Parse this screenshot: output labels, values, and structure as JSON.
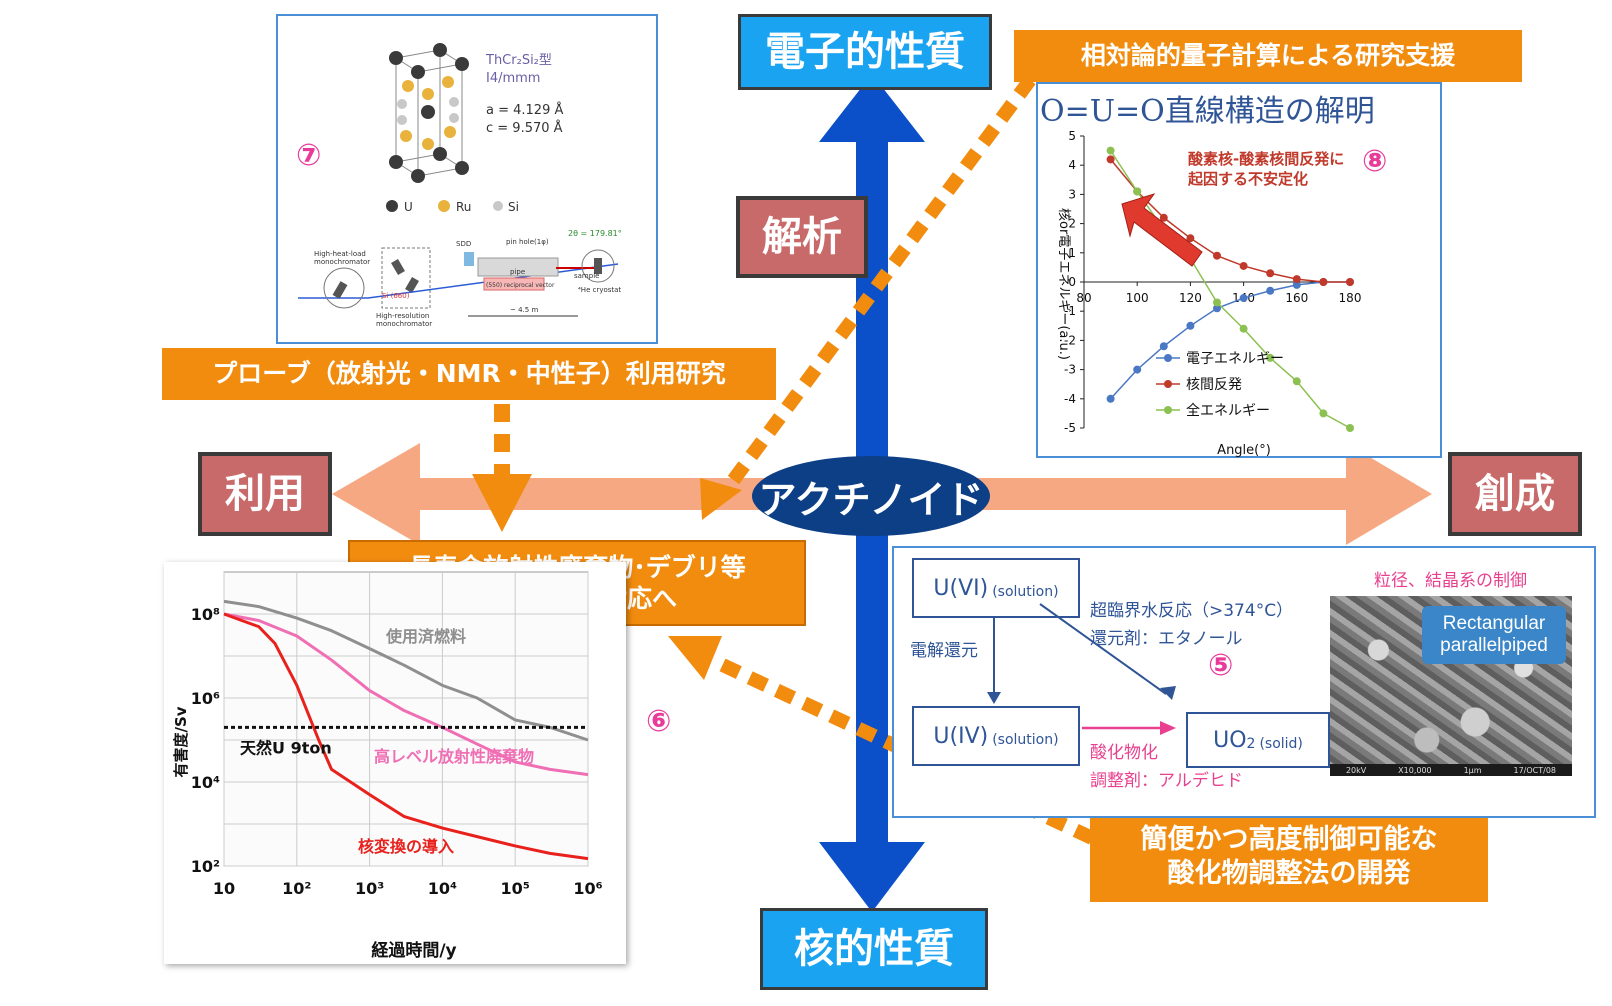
{
  "colors": {
    "orange": "#f28c0f",
    "blue_axis": "#0b4fc9",
    "label_blue": "#1aa3f0",
    "label_rose": "#c96a6a",
    "salmon_arrow": "#f6a882",
    "ellipse": "#0d3f86",
    "magenta": "#e83b9a"
  },
  "axes": {
    "top": "電子的性質",
    "bottom": "核的性質",
    "left": "利用",
    "right": "創成",
    "analysis": "解析",
    "center": "アクチノイド"
  },
  "callouts": {
    "relativistic": "相対論的量子計算による研究支援",
    "probe": "プローブ（放射光・NMR・中性子）利用研究",
    "waste_line1": "長寿命放射性廃棄物･デブリ等",
    "waste_line2": "今後の課題対応へ",
    "oxide_line1": "簡便かつ高度制御可能な",
    "oxide_line2": "酸化物調整法の開発"
  },
  "markers": {
    "m5": "⑤",
    "m6": "⑥",
    "m7": "⑦",
    "m8": "⑧"
  },
  "panel7": {
    "structure_type": "ThCr₂Si₂型",
    "space_group": "I4/mmm",
    "lattice_a": "a = 4.129 Å",
    "lattice_c": "c = 9.570 Å",
    "legend_u": "U",
    "legend_ru": "Ru",
    "legend_si": "Si",
    "hhl_line1": "High-heat-load",
    "hhl_line2": "monochromator",
    "hr_line1": "High-resolution",
    "hr_line2": "monochromator",
    "si660": "Si (660)",
    "sdd": "SDD",
    "pinhole": "pin hole(1φ)",
    "pipe": "pipe",
    "reciprocal": "(550) reciprocal vector",
    "sample": "sample",
    "cryostat": "⁴He cryostat",
    "two_theta": "2θ = 179.81°",
    "distance": "~ 4.5 m"
  },
  "panel8": {
    "title": "O=U=O直線構造の解明",
    "annotation_line1": "酸素核-酸素核間反発に",
    "annotation_line2": "起因する不安定化"
  },
  "panel5": {
    "u6": "U(VI)",
    "u6_sub": "(solution)",
    "u4": "U(IV)",
    "u4_sub": "(solution)",
    "uo2": "UO",
    "uo2_num": "2",
    "uo2_sub": "(solid)",
    "electro": "電解還元",
    "supercritical": "超臨界水反応（>374°C）",
    "reducer": "還元剤：エタノール",
    "oxidize": "酸化物化",
    "adjuster": "調整剤：アルデヒド",
    "grain": "粒径、結晶系の制御",
    "sem_label_line1": "Rectangular",
    "sem_label_line2": "parallelpiped",
    "sem_footer1": "20kV",
    "sem_footer2": "X10,000",
    "sem_footer3": "1μm",
    "sem_footer4": "17/OCT/08"
  },
  "chart_data": [
    {
      "type": "line",
      "xlabel": "Angle(°)",
      "ylabel": "核or電子エネルギー(a.u.)",
      "xlim": [
        80,
        180
      ],
      "ylim": [
        -5,
        5
      ],
      "xticks": [
        "80",
        "100",
        "120",
        "140",
        "160",
        "180"
      ],
      "yticks": [
        "5",
        "4",
        "3",
        "2",
        "1",
        "0",
        "-1",
        "-2",
        "-3",
        "-4",
        "-5"
      ],
      "legend_position": "bottom-left",
      "series": [
        {
          "name": "電子エネルギー",
          "color": "#4a78c4",
          "x": [
            90,
            100,
            110,
            120,
            130,
            140,
            150,
            160,
            170,
            180
          ],
          "y": [
            -4.0,
            -3.0,
            -2.2,
            -1.5,
            -0.9,
            -0.55,
            -0.3,
            -0.1,
            0.0,
            0.0
          ]
        },
        {
          "name": "核間反発",
          "color": "#c0392b",
          "x": [
            90,
            100,
            110,
            120,
            130,
            140,
            150,
            160,
            170,
            180
          ],
          "y": [
            4.2,
            3.1,
            2.2,
            1.5,
            0.9,
            0.55,
            0.3,
            0.1,
            0.0,
            0.0
          ]
        },
        {
          "name": "全エネルギー",
          "color": "#8cc152",
          "x": [
            90,
            100,
            110,
            120,
            130,
            140,
            150,
            160,
            170,
            180
          ],
          "y": [
            4.5,
            3.1,
            1.8,
            0.8,
            -0.7,
            -1.6,
            -2.6,
            -3.4,
            -4.5,
            -5.0
          ]
        }
      ]
    },
    {
      "type": "line",
      "xlabel": "経過時間/y",
      "ylabel": "有害度/Sv",
      "x_scale": "log",
      "y_scale": "log",
      "xlim": [
        10,
        1000000
      ],
      "ylim": [
        100,
        1000000000
      ],
      "xticks": [
        "10",
        "10²",
        "10³",
        "10⁴",
        "10⁵",
        "10⁶"
      ],
      "yticks": [
        "10⁸",
        "10⁶",
        "10⁴",
        "10²"
      ],
      "series": [
        {
          "name": "使用済燃料",
          "color": "#8f8f8f",
          "x": [
            10,
            30,
            100,
            300,
            1000,
            3000,
            10000,
            30000,
            100000,
            300000,
            1000000
          ],
          "y": [
            200000000,
            150000000,
            80000000,
            40000000,
            15000000,
            6000000,
            2000000,
            1000000,
            300000,
            200000,
            100000
          ]
        },
        {
          "name": "高レベル放射性廃棄物",
          "color": "#f06fb4",
          "x": [
            10,
            30,
            100,
            300,
            1000,
            3000,
            10000,
            30000,
            100000,
            300000,
            1000000
          ],
          "y": [
            100000000,
            70000000,
            30000000,
            8000000,
            1500000,
            500000,
            200000,
            80000,
            30000,
            20000,
            15000
          ]
        },
        {
          "name": "核変換の導入",
          "color": "#e8211d",
          "x": [
            10,
            30,
            50,
            100,
            200,
            300,
            1000,
            3000,
            10000,
            30000,
            100000,
            300000,
            1000000
          ],
          "y": [
            100000000,
            50000000,
            20000000,
            2000000,
            100000,
            20000,
            5000,
            1500,
            800,
            500,
            300,
            200,
            150
          ]
        }
      ],
      "reference_line": {
        "name": "天然U 9ton",
        "y": 200000
      }
    }
  ]
}
